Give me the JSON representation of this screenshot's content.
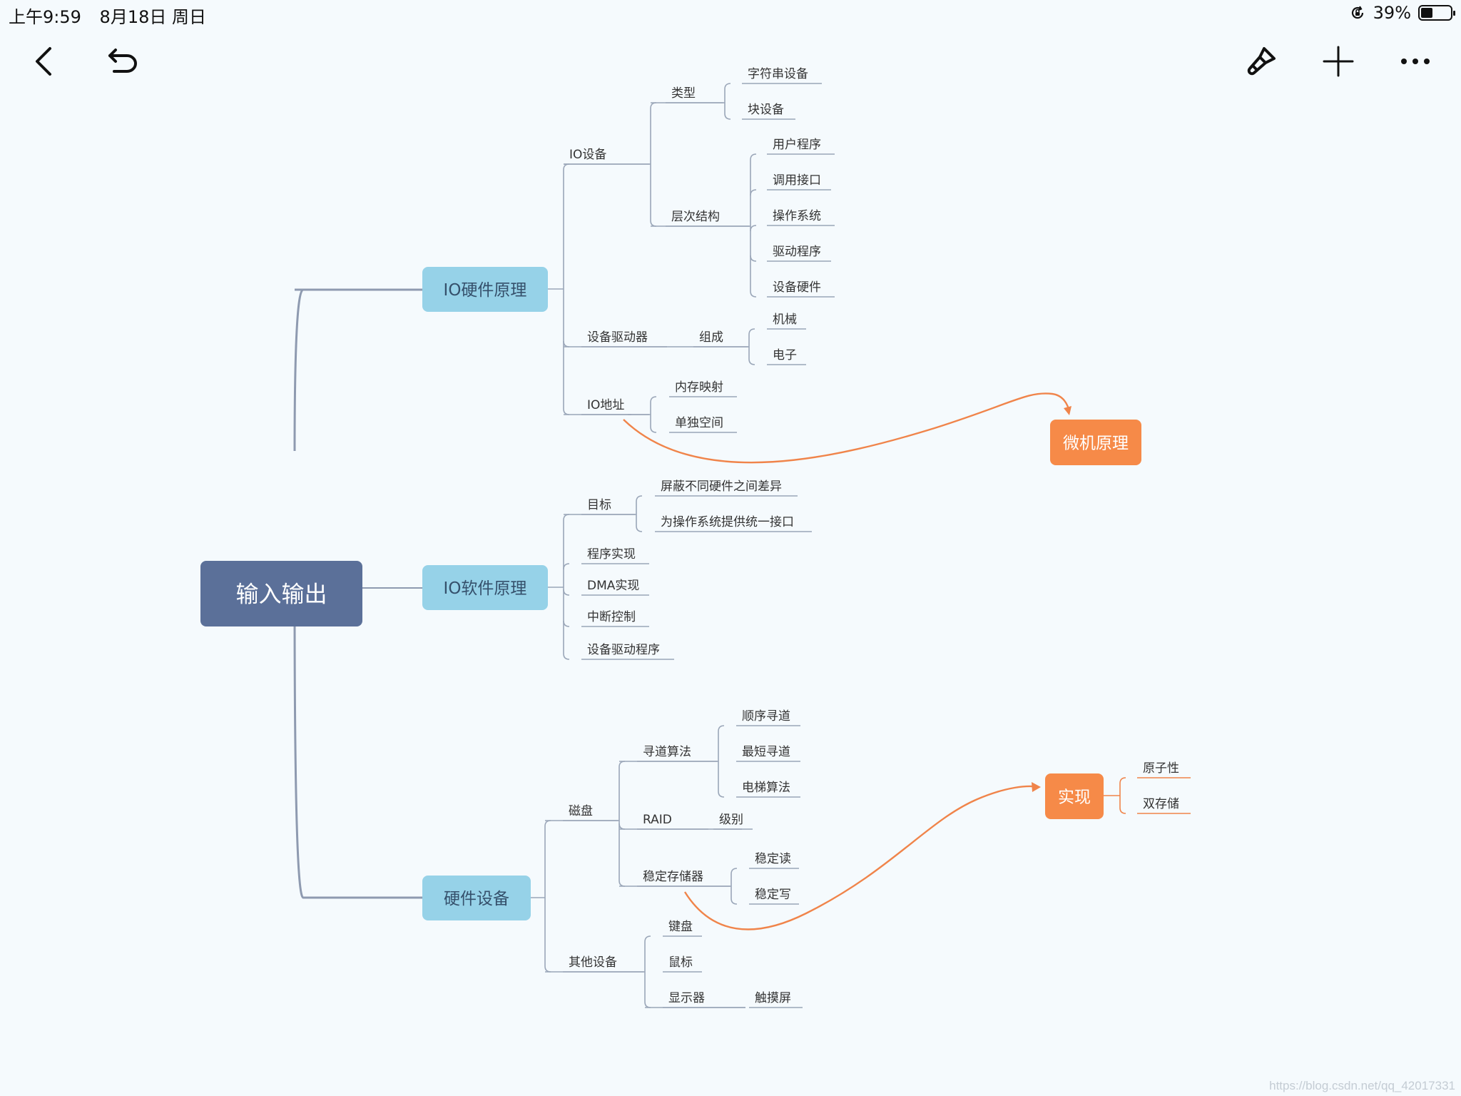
{
  "status_bar": {
    "time": "上午9:59",
    "date": "8月18日 周日",
    "battery_text": "39%",
    "battery_level": 0.39
  },
  "toolbar": {
    "back_icon": "chevron-left-icon",
    "undo_icon": "undo-icon",
    "style_icon": "brush-icon",
    "add_icon": "plus-icon",
    "more_icon": "ellipsis-icon"
  },
  "colors": {
    "root_fill": "#5b7099",
    "main_fill": "#96d2e8",
    "float_fill": "#f68a48",
    "branch_line": "#8e9ab0",
    "leaf_line": "#9aa6b8",
    "relation": "#f0844a",
    "text": "#333333"
  },
  "mindmap": {
    "root": "输入输出",
    "nodes": {
      "io_hw": "IO硬件原理",
      "io_dev": "IO设备",
      "type": "类型",
      "char_dev": "字符串设备",
      "block_dev": "块设备",
      "layer": "层次结构",
      "user_prog": "用户程序",
      "call_api": "调用接口",
      "os": "操作系统",
      "driver_prog": "驱动程序",
      "dev_hw": "设备硬件",
      "dev_driver": "设备驱动器",
      "compose": "组成",
      "mech": "机械",
      "elec": "电子",
      "io_addr": "IO地址",
      "mem_map": "内存映射",
      "sep_space": "单独空间",
      "io_sw": "IO软件原理",
      "goal": "目标",
      "shield": "屏蔽不同硬件之间差异",
      "unify": "为操作系统提供统一接口",
      "prog_impl": "程序实现",
      "dma_impl": "DMA实现",
      "int_ctrl": "中断控制",
      "dev_drv_prog": "设备驱动程序",
      "hw_dev": "硬件设备",
      "disk": "磁盘",
      "seek": "寻道算法",
      "seq_seek": "顺序寻道",
      "short_seek": "最短寻道",
      "elev": "电梯算法",
      "raid": "RAID",
      "level": "级别",
      "stable": "稳定存储器",
      "stable_r": "稳定读",
      "stable_w": "稳定写",
      "other_dev": "其他设备",
      "keyboard": "键盘",
      "mouse": "鼠标",
      "display": "显示器",
      "touch": "触摸屏"
    },
    "floating": {
      "micro": "微机原理",
      "impl": "实现",
      "atomic": "原子性",
      "dual": "双存储"
    }
  },
  "watermark": "https://blog.csdn.net/qq_42017331"
}
